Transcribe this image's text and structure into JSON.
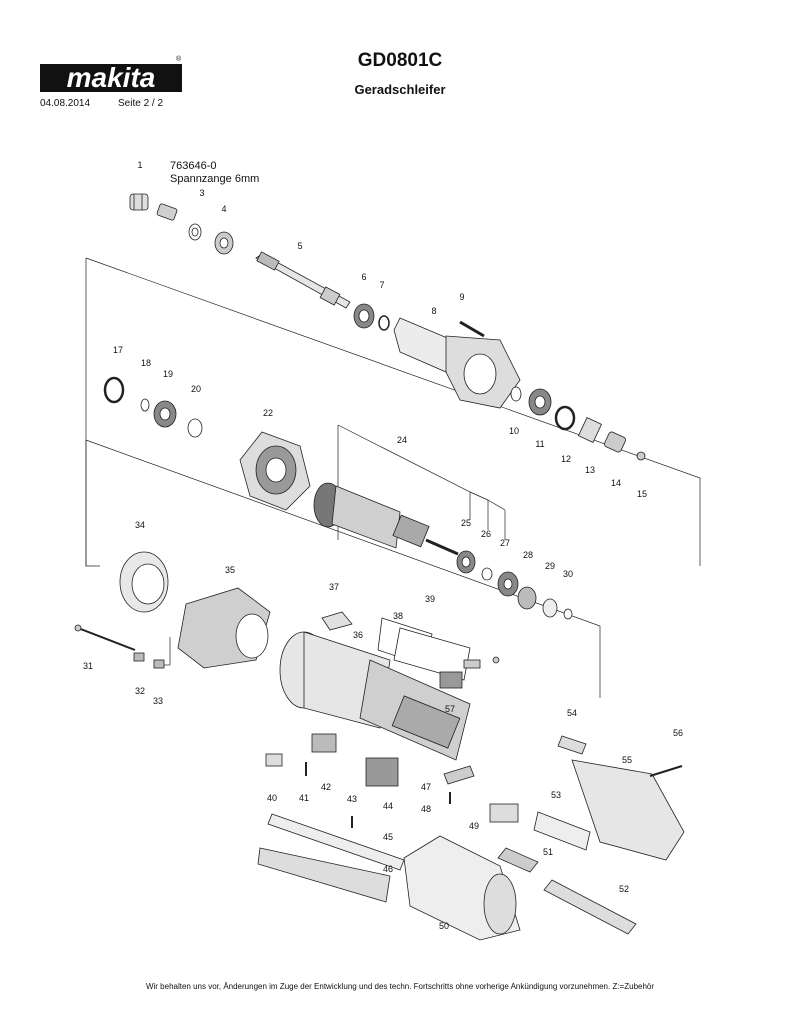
{
  "header": {
    "brand": "makita",
    "date": "04.08.2014",
    "page": "Seite  2  / 2",
    "model": "GD0801C",
    "product": "Geradschleifer"
  },
  "note": {
    "part_number": "763646-0",
    "description": "Spannzange 6mm"
  },
  "parts": [
    "1",
    "3",
    "4",
    "5",
    "6",
    "7",
    "8",
    "9",
    "10",
    "11",
    "12",
    "13",
    "14",
    "15",
    "17",
    "18",
    "19",
    "20",
    "22",
    "24",
    "25",
    "26",
    "27",
    "28",
    "29",
    "30",
    "31",
    "32",
    "33",
    "34",
    "35",
    "36",
    "37",
    "38",
    "39",
    "40",
    "41",
    "42",
    "43",
    "44",
    "45",
    "46",
    "47",
    "48",
    "49",
    "50",
    "51",
    "52",
    "53",
    "54",
    "55",
    "56",
    "57"
  ],
  "footer": "Wir behalten uns vor, Änderungen im Zuge der Entwicklung und des techn. Fortschritts ohne vorherige Ankündigung vorzunehmen. Z:=Zubehör"
}
